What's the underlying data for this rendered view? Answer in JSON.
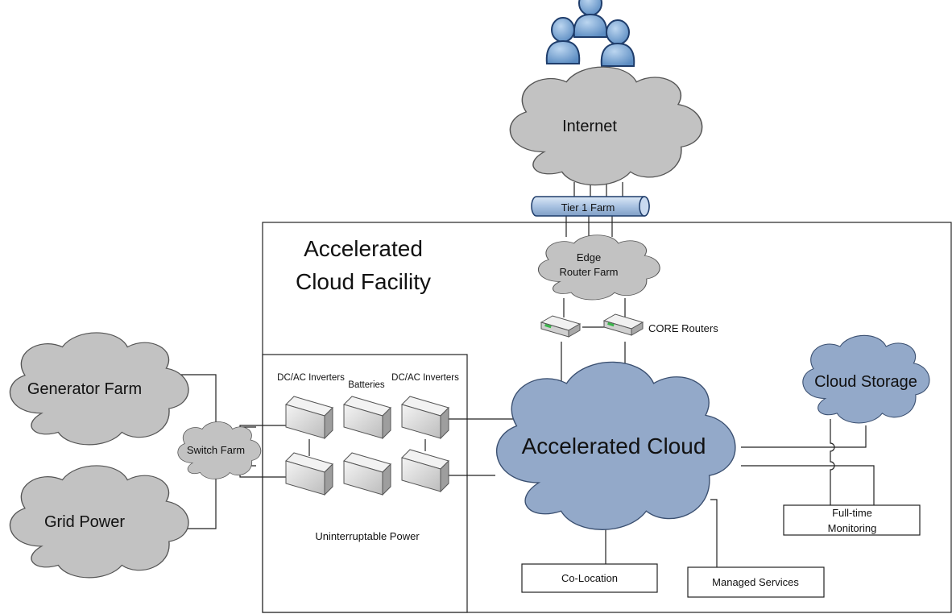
{
  "labels": {
    "internet": "Internet",
    "tier1_farm": "Tier 1 Farm",
    "facility_title_line1": "Accelerated",
    "facility_title_line2": "Cloud Facility",
    "edge_router_line1": "Edge",
    "edge_router_line2": "Router Farm",
    "core_routers": "CORE Routers",
    "generator_farm": "Generator Farm",
    "grid_power": "Grid Power",
    "switch_farm": "Switch Farm",
    "dc_ac_inverters_left": "DC/AC Inverters",
    "batteries": "Batteries",
    "dc_ac_inverters_right": "DC/AC Inverters",
    "uninterruptable_power": "Uninterruptable Power",
    "accelerated_cloud": "Accelerated Cloud",
    "cloud_storage": "Cloud Storage",
    "monitoring_line1": "Full-time",
    "monitoring_line2": "Monitoring",
    "co_location": "Co-Location",
    "managed_services": "Managed Services"
  },
  "colors": {
    "gray_cloud": "#c2c2c2",
    "blue_cloud": "#93a9c9",
    "user_blue": "#6f9fd0",
    "pipe_blue": "#a9c2e2",
    "router_green": "#39b54a",
    "outline": "#555555"
  }
}
